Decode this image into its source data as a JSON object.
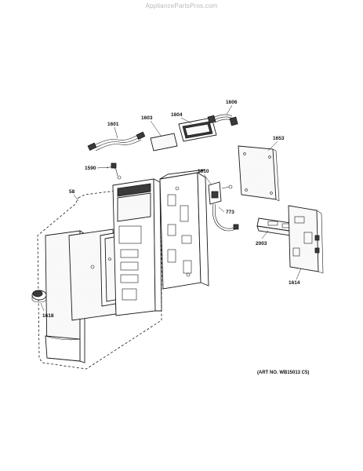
{
  "watermark": "AppliancePartsPros.com",
  "callouts": {
    "c1601": "1601",
    "c1603": "1603",
    "c1604": "1604",
    "c1606": "1606",
    "c1653": "1653",
    "c1590": "1590",
    "c1610": "1610",
    "c773": "773",
    "c58": "58",
    "c2003": "2003",
    "c1614": "1614",
    "c1618": "1618"
  },
  "art_number": "(ART NO. WB15013 C5)"
}
